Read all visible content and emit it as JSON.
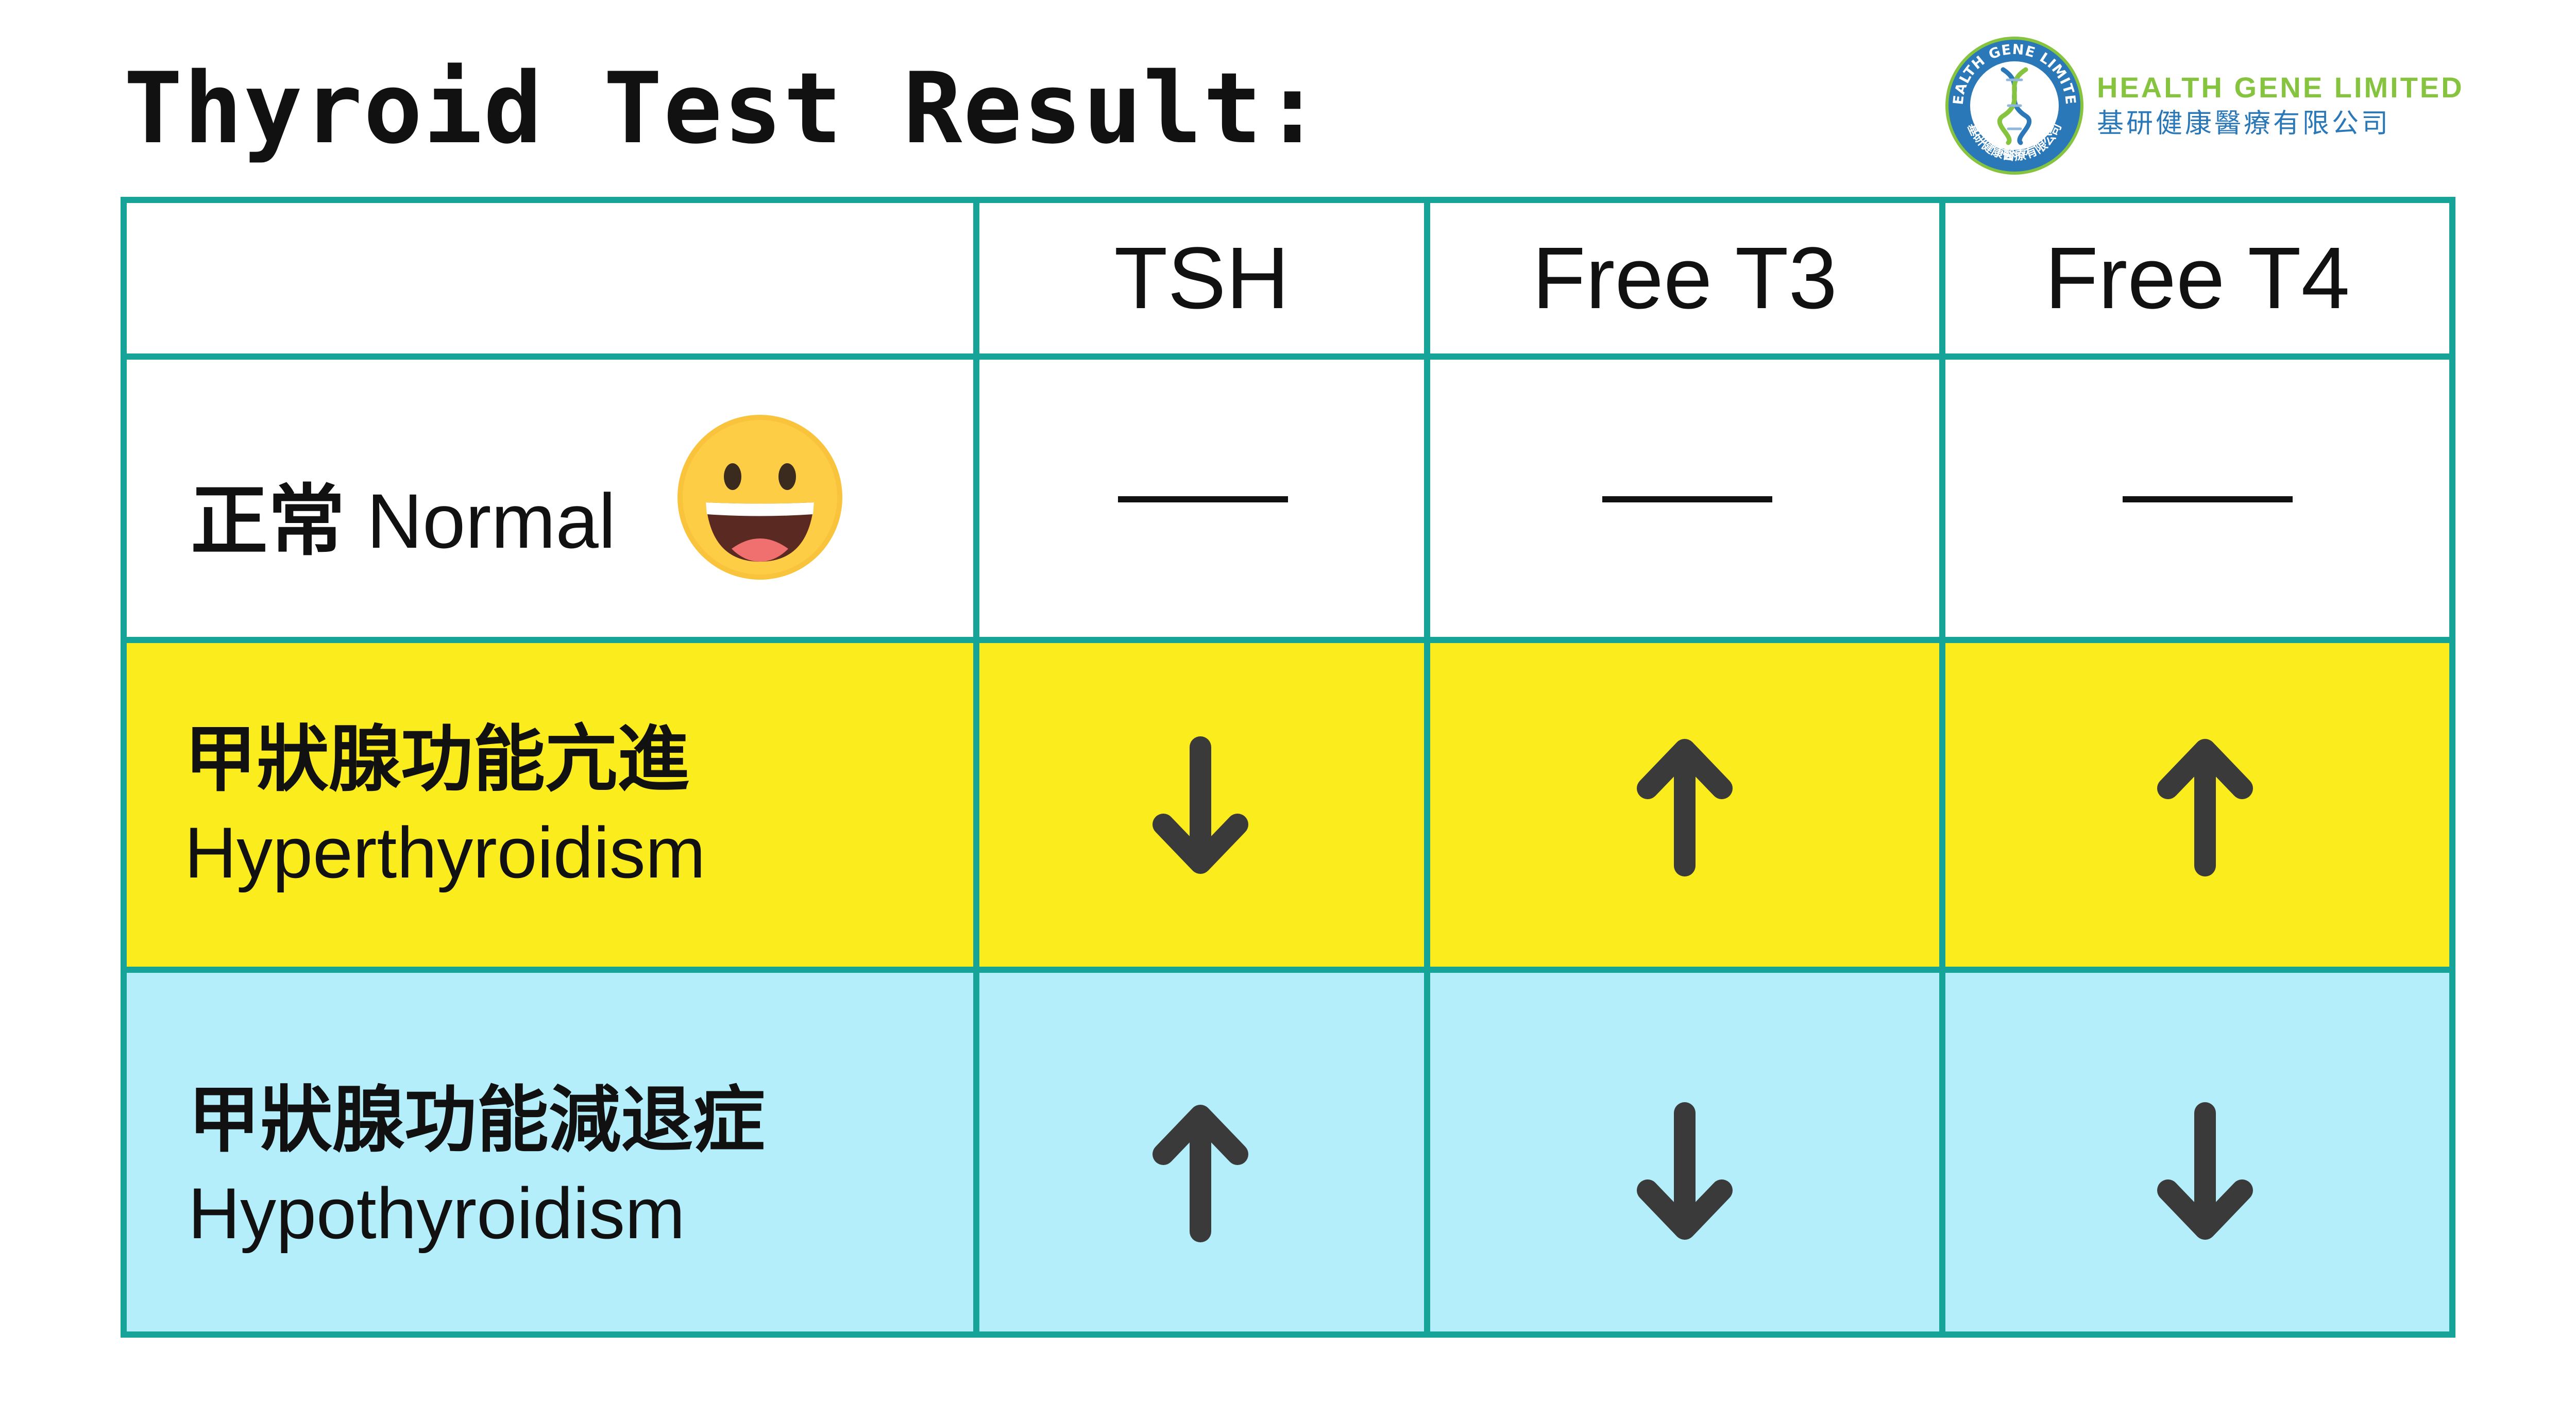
{
  "title": "Thyroid Test Result:",
  "logo": {
    "company_en": "HEALTH GENE LIMITED",
    "company_zh": "基研健康醫療有限公司",
    "seal_text": "HEALTH GENE LIMITED",
    "seal_text_zh": "基研健康醫療有限公司"
  },
  "table": {
    "headers": [
      "",
      "TSH",
      "Free T3",
      "Free T4"
    ],
    "rows": [
      {
        "label_zh": "正常",
        "label_en": "Normal",
        "icon": "smiling-face-icon",
        "values": [
          "dash",
          "dash",
          "dash"
        ]
      },
      {
        "label_zh": "甲狀腺功能亢進",
        "label_en": "Hyperthyroidism",
        "values": [
          "down",
          "up",
          "up"
        ]
      },
      {
        "label_zh": "甲狀腺功能減退症",
        "label_en": "Hypothyroidism",
        "values": [
          "up",
          "down",
          "down"
        ]
      }
    ]
  },
  "colors": {
    "border": "#16a398",
    "hyper_row": "#fbec1e",
    "hypo_row": "#b3eefa",
    "arrow": "#3a3a3a",
    "logo_green": "#86c440",
    "logo_blue": "#2a78b8"
  }
}
